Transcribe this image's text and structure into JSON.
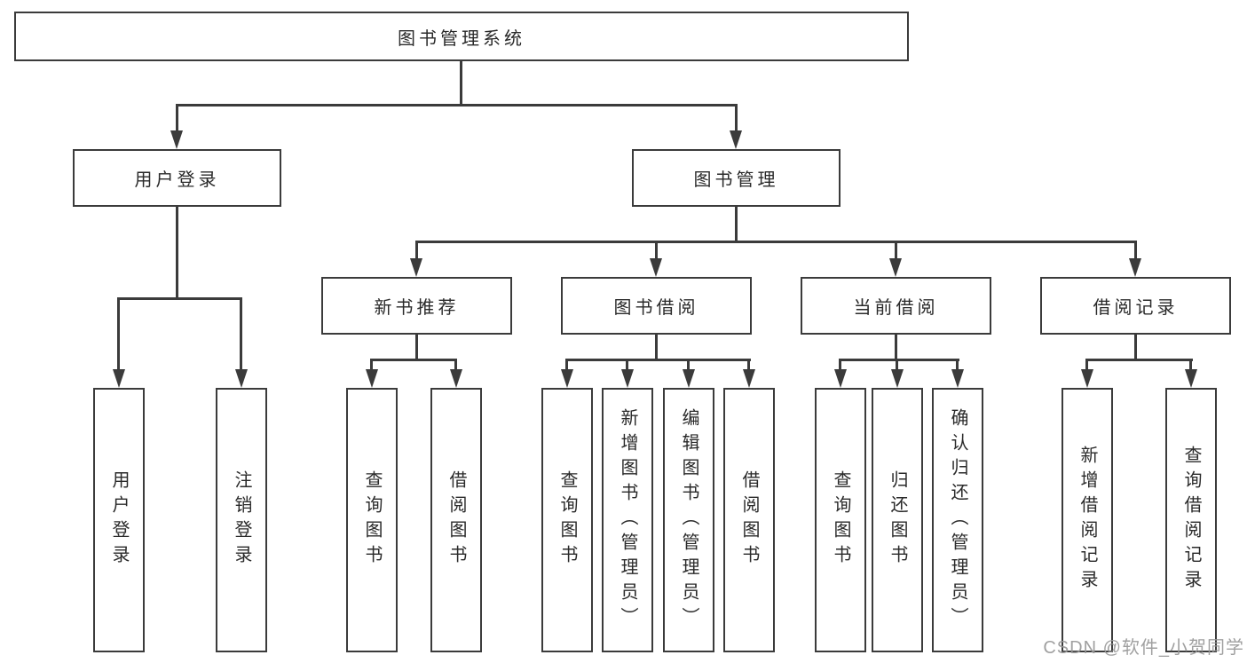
{
  "diagram_type": "hierarchy",
  "tree": {
    "root": "图书管理系统",
    "branches": [
      {
        "label": "用户登录",
        "children": [
          "用户登录",
          "注销登录"
        ]
      },
      {
        "label": "图书管理",
        "groups": [
          {
            "label": "新书推荐",
            "children": [
              "查询图书",
              "借阅图书"
            ]
          },
          {
            "label": "图书借阅",
            "children": [
              "查询图书",
              "新增图书（管理员）",
              "编辑图书（管理员）",
              "借阅图书"
            ]
          },
          {
            "label": "当前借阅",
            "children": [
              "查询图书",
              "归还图书",
              "确认归还（管理员）"
            ]
          },
          {
            "label": "借阅记录",
            "children": [
              "新增借阅记录",
              "查询借阅记录"
            ]
          }
        ]
      }
    ]
  },
  "watermark": "CSDN @软件_小贺同学",
  "colors": {
    "line": "#3b3b3b",
    "box_background": "#ffffff",
    "text": "#2a2a2a",
    "watermark": "#989898",
    "page_background": "#ffffff"
  }
}
